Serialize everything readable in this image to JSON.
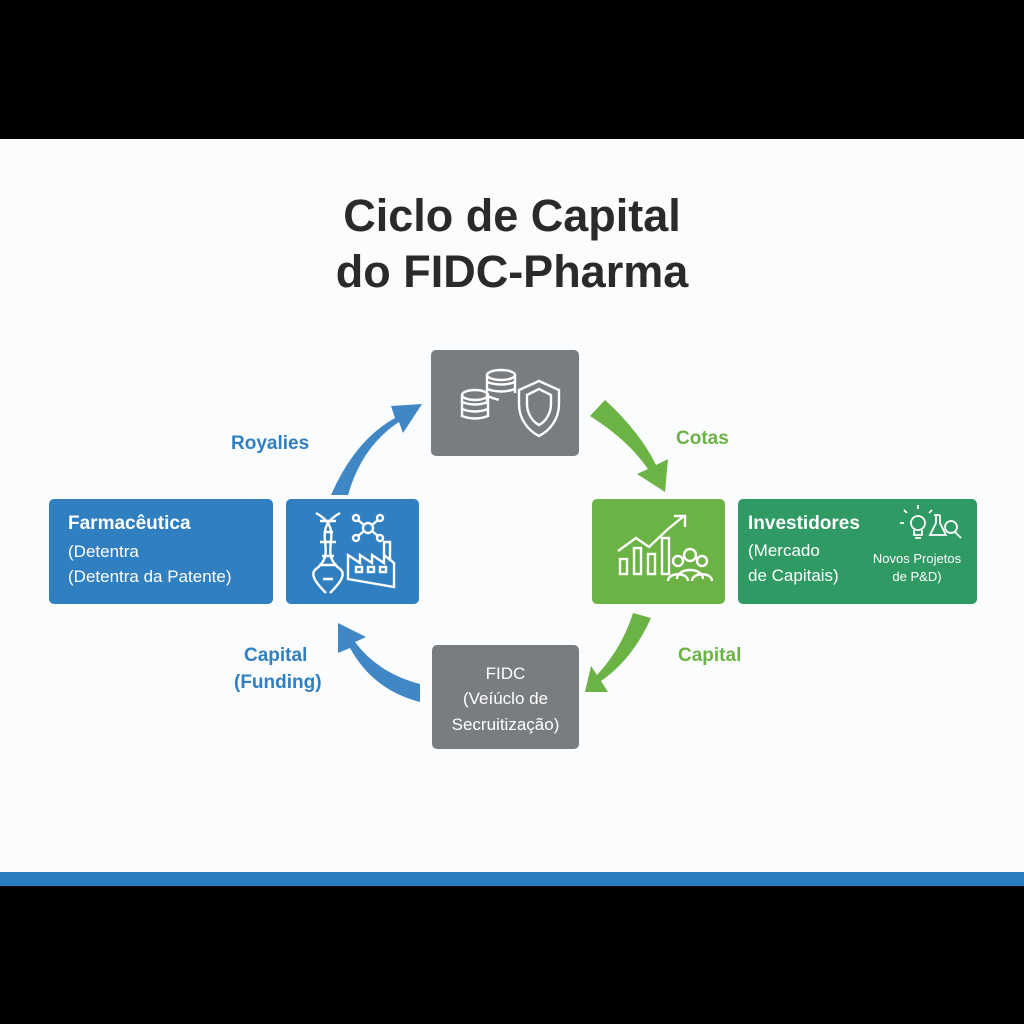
{
  "title": {
    "line1": "Ciclo de Capital",
    "line2": "do FIDC-Pharma"
  },
  "farmaceutica": {
    "name": "Farmacêutica",
    "line1": "(Detentra",
    "line2": "(Detentra da Patente)"
  },
  "fidc": {
    "line1": "FIDC",
    "line2": "(Veíúclo de",
    "line3": "Secruitização)"
  },
  "investidores": {
    "name": "Investidores",
    "line1": "(Mercado",
    "line2": "de Capitais)",
    "projects_line1": "Novos Projetos",
    "projects_line2": "de P&D)"
  },
  "flows": {
    "royalties": "Royalies",
    "cotas": "Cotas",
    "capital_right": "Capital",
    "capital_left_line1": "Capital",
    "capital_left_line2": "(Funding)"
  },
  "icons": [
    "coins-shield-icon",
    "dna-factory-icon",
    "growth-chart-people-icon",
    "lightbulb-flask-icon"
  ],
  "colors": {
    "blue": "#2f7fc1",
    "gray": "#7a7d80",
    "light_green": "#6bb344",
    "dark_green": "#2f9a63",
    "bar": "#2a7ec0"
  }
}
